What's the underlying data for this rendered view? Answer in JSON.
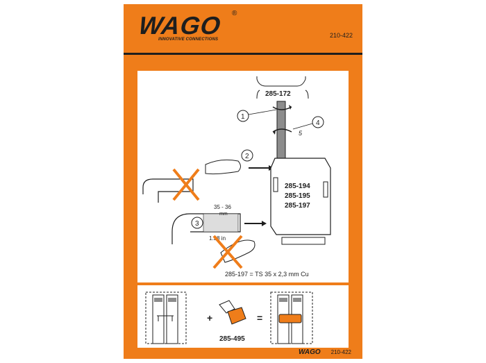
{
  "brand": {
    "logo_text": "WAGO",
    "registered": "®",
    "tagline": "INNOVATIVE CONNECTIONS"
  },
  "document_number": "210-422",
  "labels": {
    "tool_part": "285-172",
    "step1": "1",
    "step2": "2",
    "step3": "3",
    "step4": "4",
    "torque": "5",
    "terminal_a": "285-194",
    "terminal_b": "285-195",
    "terminal_c": "285-197",
    "strip_mm": "35 - 36",
    "strip_mm_unit": "mm",
    "strip_in": "1.38 in",
    "rail_note": "285-197 = TS 35 x 2,3 mm Cu",
    "jumper_part": "285-495",
    "plus": "+",
    "equals": "="
  },
  "footer": {
    "logo_text": "WAGO",
    "number": "210-422"
  },
  "colors": {
    "orange": "#ef7d1a",
    "dark": "#1e1e1e",
    "grey": "#8c8c8c"
  }
}
